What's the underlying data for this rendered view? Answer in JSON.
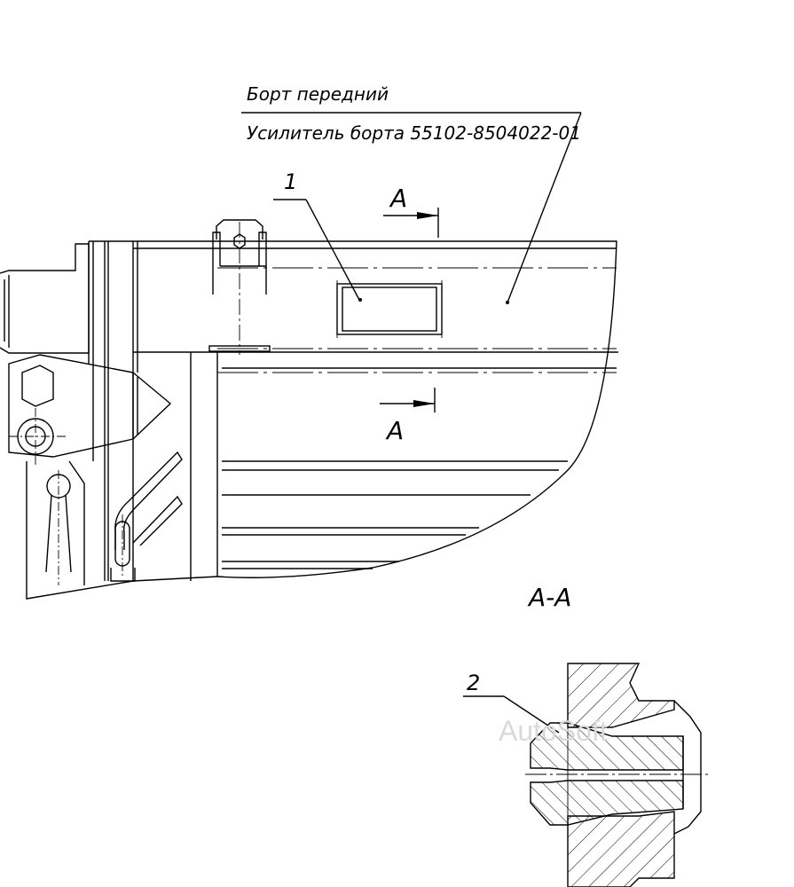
{
  "labels": {
    "callout_top": "Борт передний",
    "callout_bottom": "Усилитель борта 55102-8504022-01",
    "item_1": "1",
    "item_2": "2",
    "section_mark_top": "A",
    "section_mark_bottom": "A",
    "section_title": "A-A"
  },
  "watermark": "AutoSoft",
  "colors": {
    "line": "#000000",
    "background": "#ffffff",
    "watermark": "#d9d9d9"
  }
}
